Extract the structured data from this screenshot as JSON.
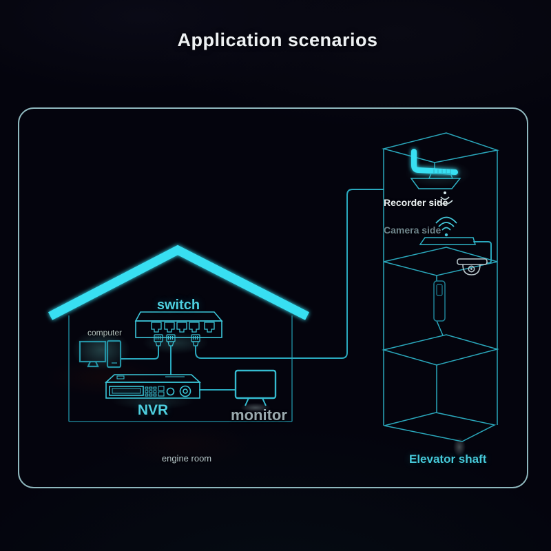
{
  "title": "Application scenarios",
  "labels": {
    "switch": "switch",
    "computer": "computer",
    "nvr": "NVR",
    "monitor": "monitor",
    "engine_room": "engine room",
    "recorder_side": "Recorder side",
    "camera_side": "Camera side",
    "elevator_shaft": "Elevator shaft"
  },
  "colors": {
    "background": "#04040d",
    "accent_bright_cyan": "#38dff2",
    "wireframe_teal": "#2aa8bc",
    "device_cyan": "#3ac6d8",
    "label_cyan": "#4ecfe0",
    "label_grey": "#a7b5ba",
    "label_white": "#edf2f3",
    "border": "#9fccd2"
  }
}
